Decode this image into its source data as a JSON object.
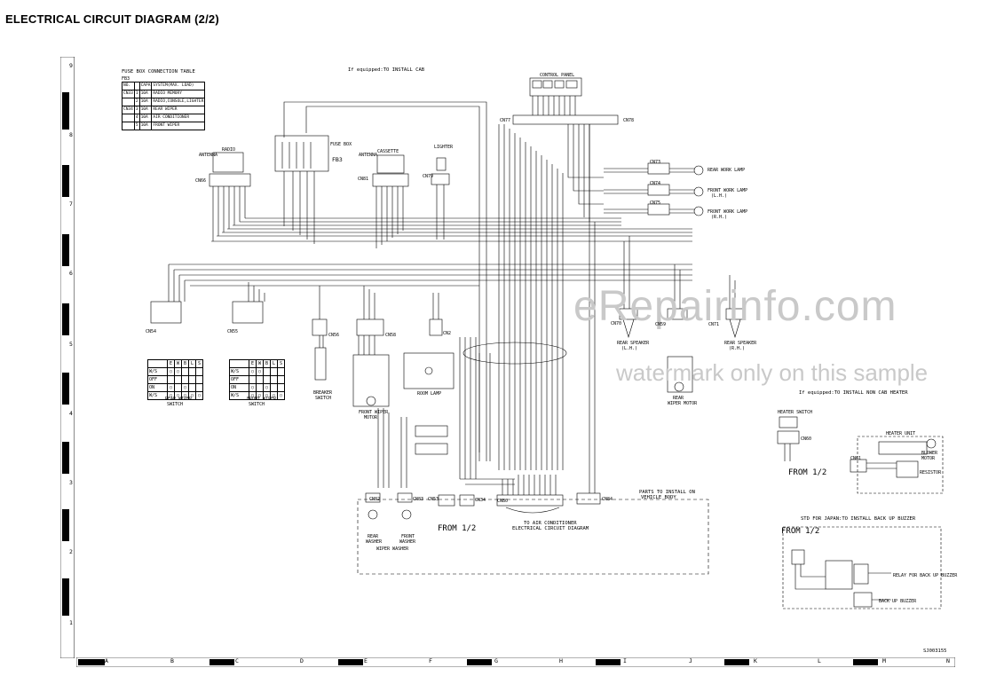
{
  "header": {
    "title": "ELECTRICAL CIRCUIT DIAGRAM (2/2)"
  },
  "ruler": {
    "rows": [
      "9",
      "8",
      "7",
      "6",
      "5",
      "4",
      "3",
      "2",
      "1"
    ],
    "cols": [
      "A",
      "B",
      "C",
      "D",
      "E",
      "F",
      "G",
      "H",
      "I",
      "J",
      "K",
      "L",
      "M",
      "N"
    ]
  },
  "watermark": {
    "line1": "eRepairinfo.com",
    "line2": "watermark only on this sample"
  },
  "fuse_table": {
    "title": "FUSE BOX CONNECTION TABLE",
    "box": "FB3",
    "head": [
      "NO.",
      "CAPA",
      "SYSTEM(MAX. LOAD)"
    ],
    "rows": [
      [
        "CN33",
        "1",
        "10A",
        "RADIO MEMORY"
      ],
      [
        "",
        "2",
        "10A",
        "RADIO,CONSOLE,LIGHTER"
      ],
      [
        "CN34",
        "3",
        "10A",
        "REAR WIPER"
      ],
      [
        "",
        "4",
        "10A",
        "AIR CONDITIONER"
      ],
      [
        "",
        "5",
        "10A",
        "FRONT WIPER"
      ]
    ]
  },
  "notes": {
    "cab": "If equipped:TO INSTALL CAB",
    "non_cab_heater": "If equipped:TO INSTALL NON CAB HEATER",
    "back_up": "STD FOR JAPAN:TO INSTALL BACK UP BUZZER",
    "parts_body": [
      "PARTS TO INSTALL ON",
      "VEHICLE BODY"
    ],
    "air_cond": [
      "TO AIR CONDITIONER",
      "ELECTRICAL CIRCUIT DIAGRAM"
    ],
    "from1": "FROM 1/2",
    "from2": "FROM 1/2",
    "from3": "FROM 1/2",
    "code": "SJ003155"
  },
  "components": {
    "control_panel": "CONTROL PANEL",
    "fuse_box": "FUSE BOX",
    "fb3": "FB3",
    "radio": "RADIO",
    "antenna1": "ANTENNA",
    "antenna2": "ANTENNA",
    "cassette": "CASSETTE",
    "lighter": "LIGHTER",
    "rear_work": "REAR WORK LAMP",
    "front_work_lh": "FRONT WORK LAMP",
    "front_work_lh2": "(L.H.)",
    "front_work_rh": "FRONT WORK LAMP",
    "front_work_rh2": "(R.H.)",
    "rear_wiper_sw": [
      "REAR WIPER",
      "SWITCH"
    ],
    "front_wiper_sw": [
      "FRONT WIPER",
      "SWITCH"
    ],
    "breaker_sw": [
      "BREAKER",
      "SWITCH"
    ],
    "front_wiper_motor": [
      "FRONT WIPER",
      "MOTOR"
    ],
    "room_lamp": "ROOM LAMP",
    "rear_speaker_lh": [
      "REAR SPEAKER",
      "(L.H.)"
    ],
    "rear_speaker_rh": [
      "REAR SPEAKER",
      "(R.H.)"
    ],
    "rear_wiper_motor": [
      "REAR",
      "WIPER MOTOR"
    ],
    "heater_switch": "HEATER SWITCH",
    "heater_unit": "HEATER UNIT",
    "blower_motor": [
      "BLOWER",
      "MOTOR"
    ],
    "resistor": "RESISTOR",
    "rear_washer": [
      "REAR",
      "WASHER"
    ],
    "front_washer": [
      "FRONT",
      "WASHER"
    ],
    "wiper_washer": "WIPER WASHER",
    "relay_backup": "RELAY FOR BACK UP BUZZER",
    "backup_buzzer": "BACK UP BUZZER"
  },
  "connectors": {
    "cn77": "CN77",
    "cn78": "CN78",
    "cn66": "CN66",
    "cn81": "CN81",
    "cn79": "CN79",
    "cn73": "CN73",
    "cn74": "CN74",
    "cn75": "CN75",
    "cn54": "CN54",
    "cn55": "CN55",
    "cn56": "CN56",
    "cn58": "CN58",
    "cn2": "CN2",
    "cn70": "CN70",
    "cn59": "CN59",
    "cn71": "CN71",
    "cn82": "CN82",
    "cn83": "CN83",
    "cn53": "CN53",
    "cn34": "CN34",
    "cn80": "CN80",
    "cn84": "CN84",
    "cn60": "CN60",
    "cn61": "CN61"
  },
  "switch_tables": {
    "rear": {
      "head": [
        "",
        "E",
        "W",
        "B",
        "L",
        "S"
      ],
      "rows": [
        "W/S",
        "OFF",
        "ON",
        "W/S"
      ]
    },
    "front": {
      "head": [
        "",
        "E",
        "W",
        "B",
        "L",
        "S"
      ],
      "rows": [
        "W/S",
        "OFF",
        "ON",
        "W/S"
      ]
    }
  }
}
